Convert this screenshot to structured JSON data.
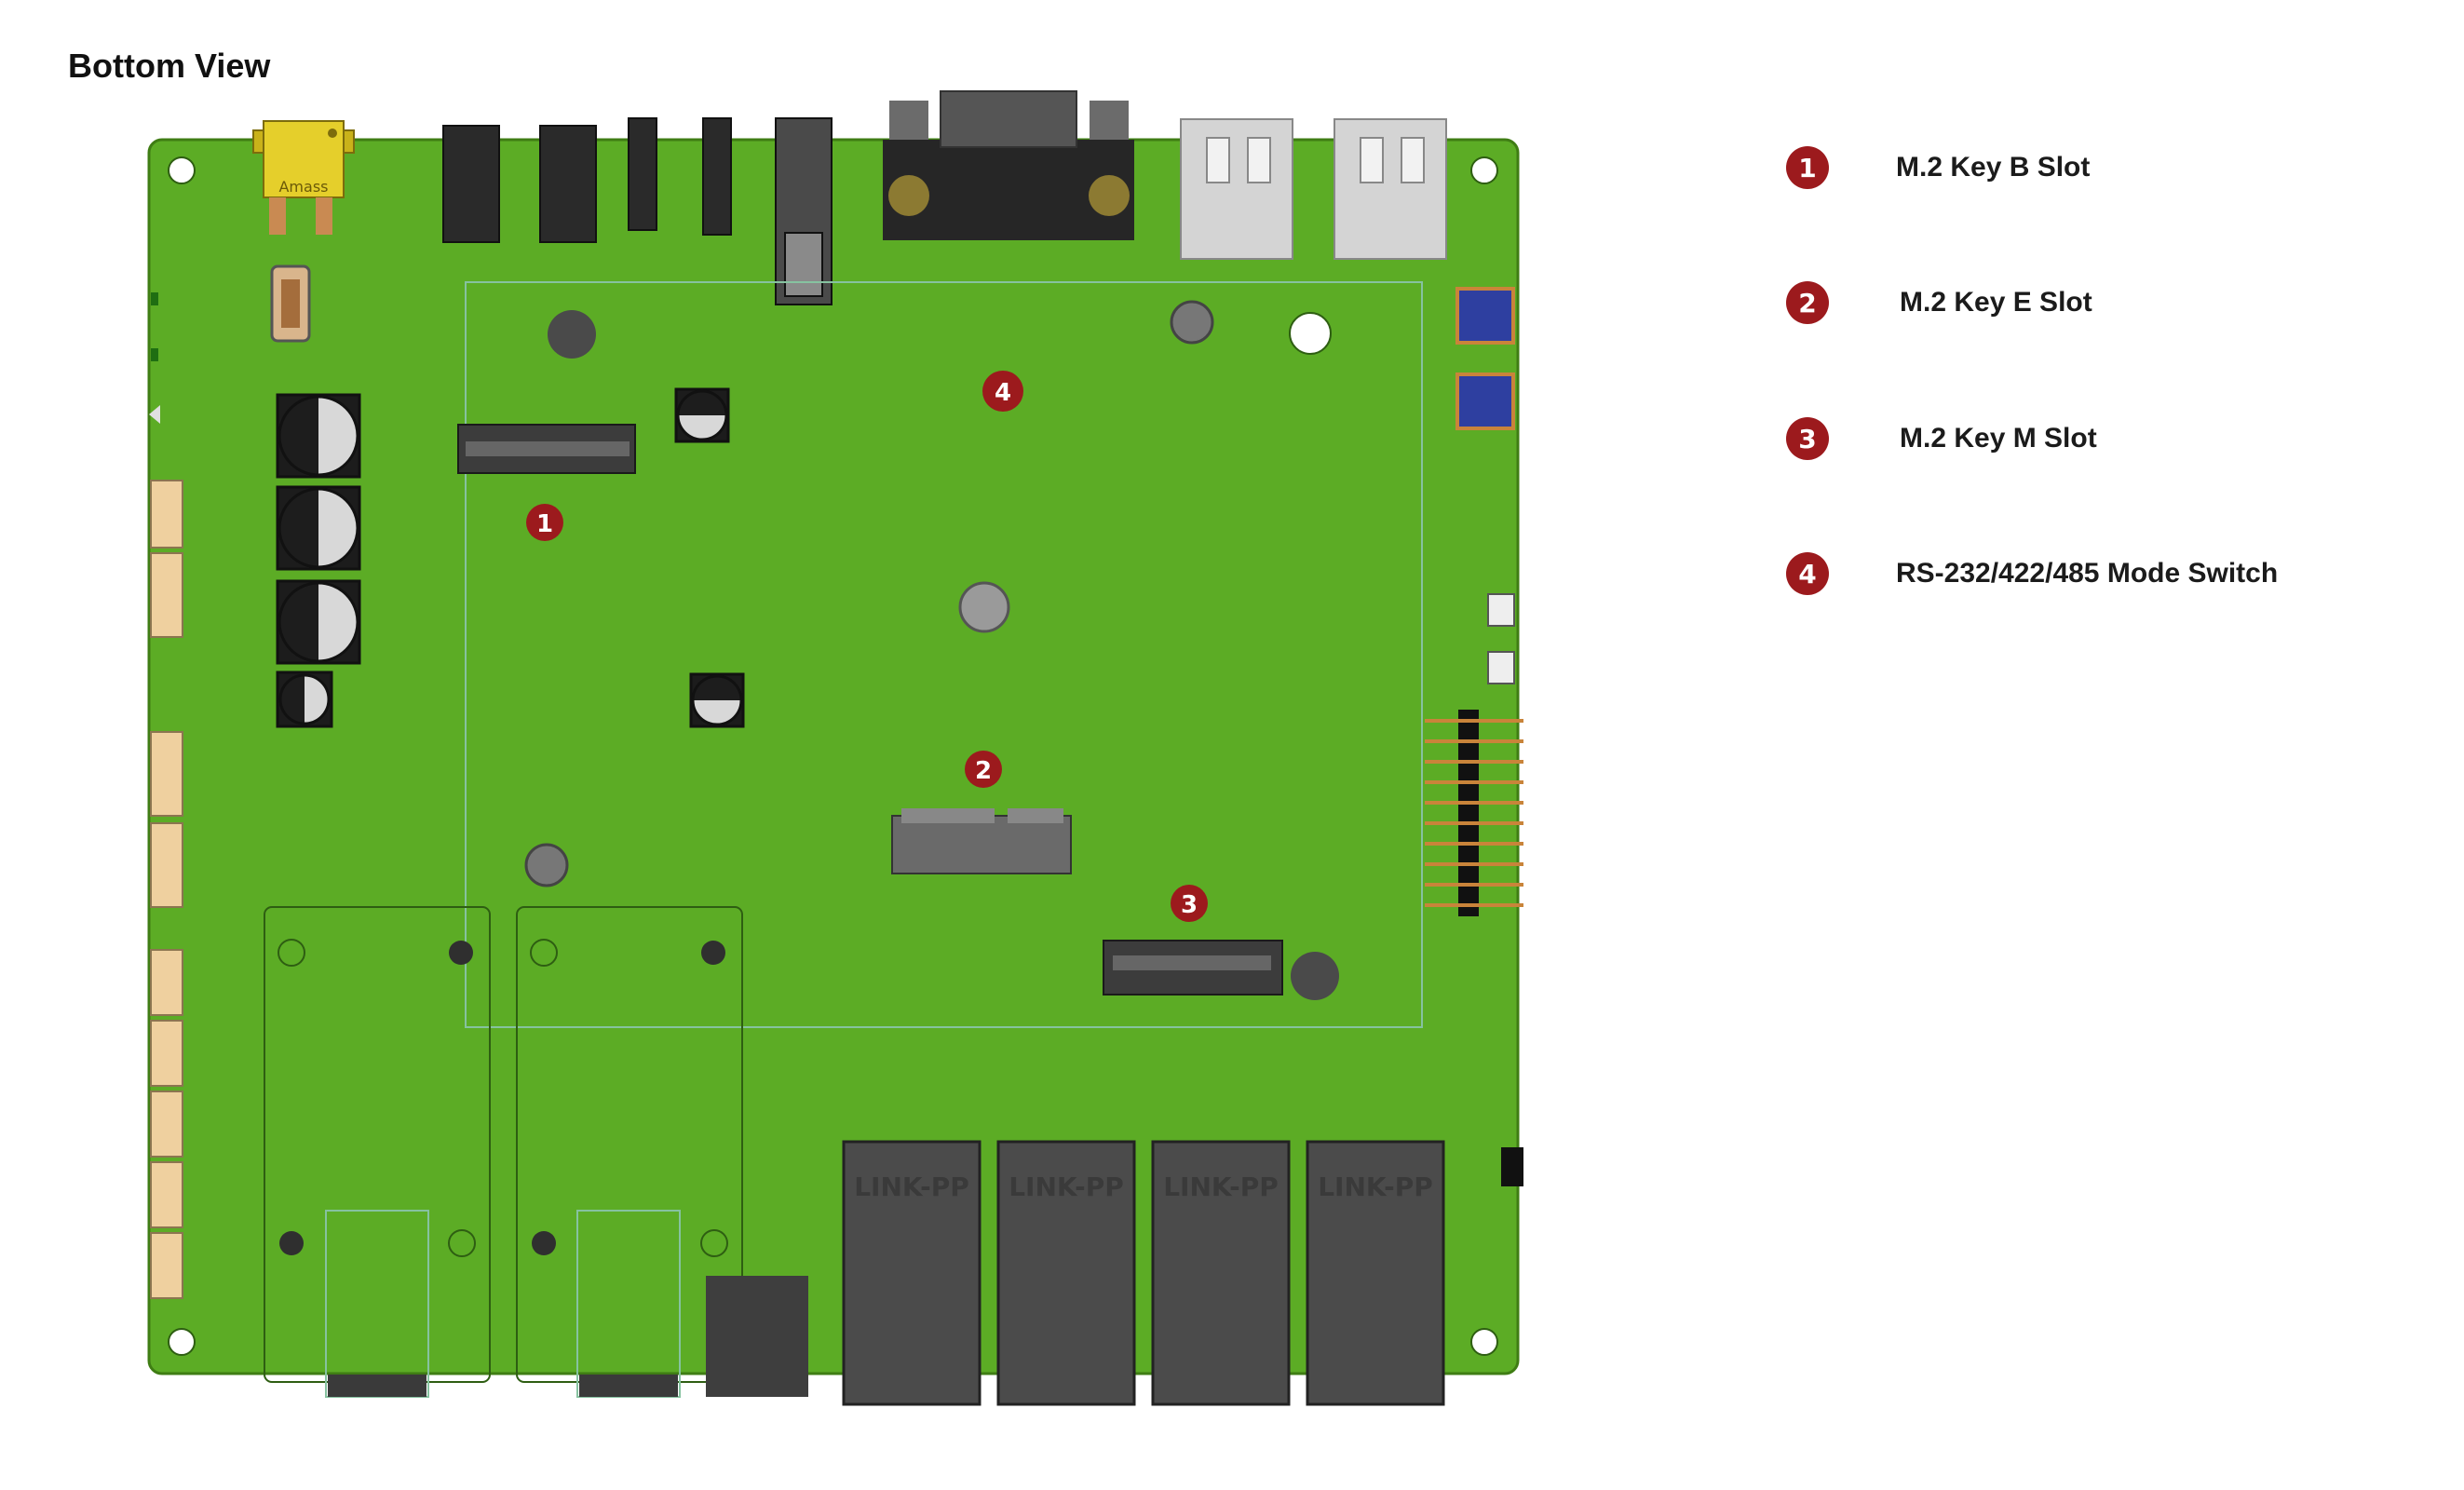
{
  "title": "Bottom View",
  "colors": {
    "pcb": "#5cac25",
    "pcb_edge": "#3f7d14",
    "marker": "#9c1a1d",
    "module_outline": "#86c2a0"
  },
  "markers": [
    {
      "id": "1",
      "label": "M.2 Key B Slot"
    },
    {
      "id": "2",
      "label": "M.2 Key E Slot"
    },
    {
      "id": "3",
      "label": "M.2 Key M Slot"
    },
    {
      "id": "4",
      "label": "RS-232/422/485 Mode Switch"
    }
  ],
  "connectors": {
    "dc_jack_brand": "Amass",
    "rj45_brand": "LINK-PP"
  }
}
